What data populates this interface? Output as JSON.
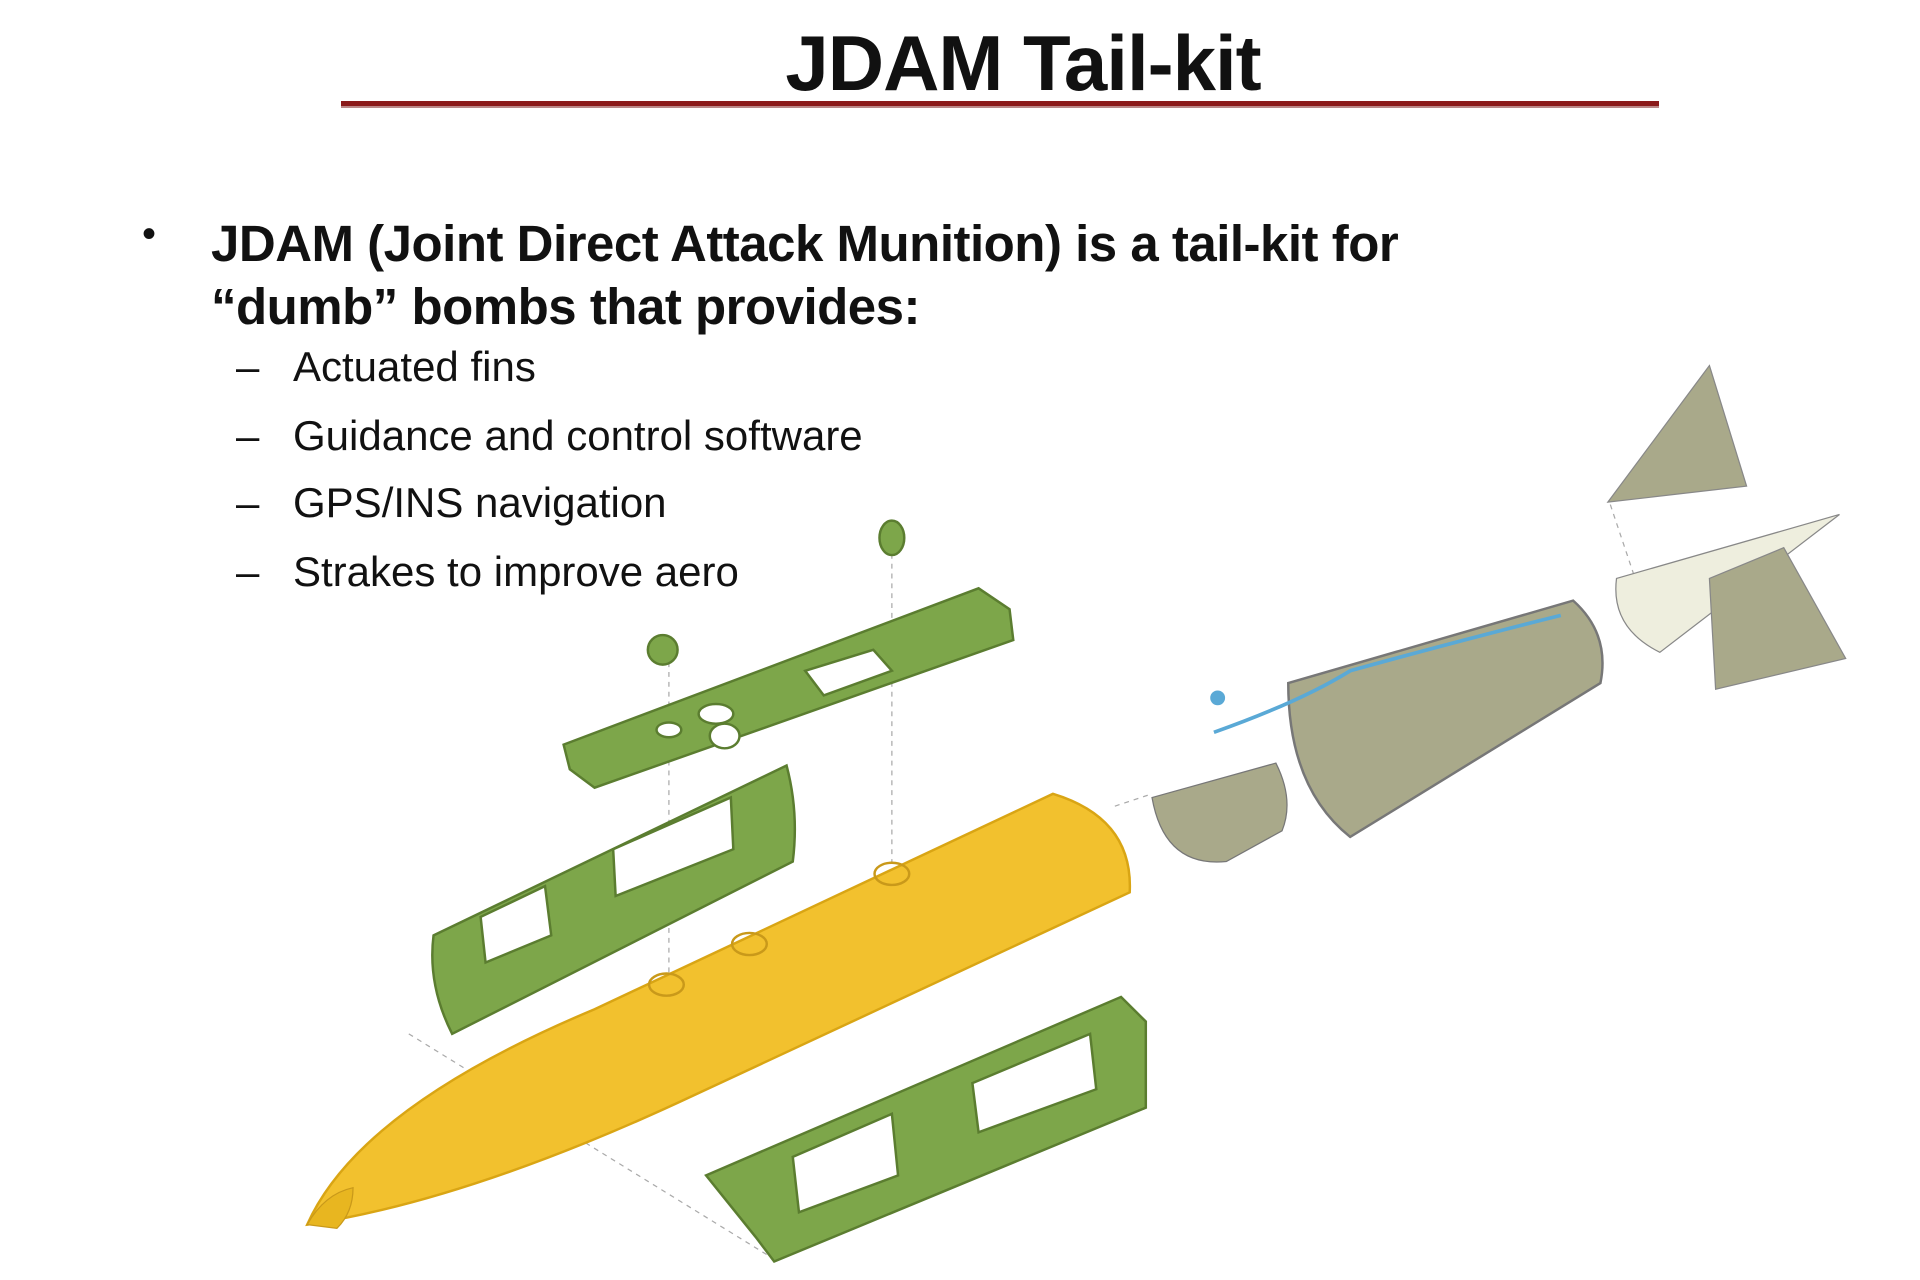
{
  "slide": {
    "title": "JDAM Tail-kit",
    "bullet": "JDAM (Joint Direct Attack Munition) is a tail-kit for “dumb” bombs that provides:",
    "sub_items": [
      "Actuated fins",
      "Guidance and control software",
      "GPS/INS navigation",
      "Strakes to improve aero"
    ],
    "dash": "–",
    "bullet_symbol": "•"
  },
  "colors": {
    "rule": "#8b1a1a",
    "bomb": "#f2c12e",
    "panel": "#7da64a",
    "tail": "#a9a98a",
    "wire": "#5aa9d6"
  }
}
